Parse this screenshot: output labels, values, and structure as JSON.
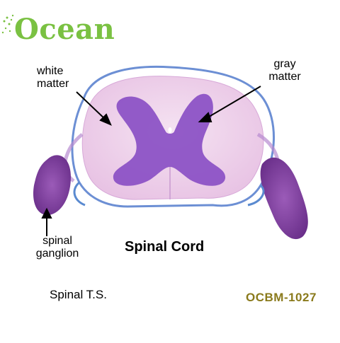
{
  "brand": {
    "logo_text": "Ocean"
  },
  "labels": {
    "white_matter_1": "white",
    "white_matter_2": "matter",
    "gray_matter_1": "gray",
    "gray_matter_2": "matter",
    "ganglion_1": "spinal",
    "ganglion_2": "ganglion",
    "title": "Spinal Cord",
    "section": "Spinal T.S.",
    "catalog_code": "OCBM-1027"
  },
  "colors": {
    "brand_green": "#7ac142",
    "white_matter": "#f2d9ee",
    "gray_matter": "#8a4fc4",
    "membrane_blue": "#5a8ad0",
    "ganglion": "#7a3a9a",
    "code_text": "#8a7a1c"
  }
}
